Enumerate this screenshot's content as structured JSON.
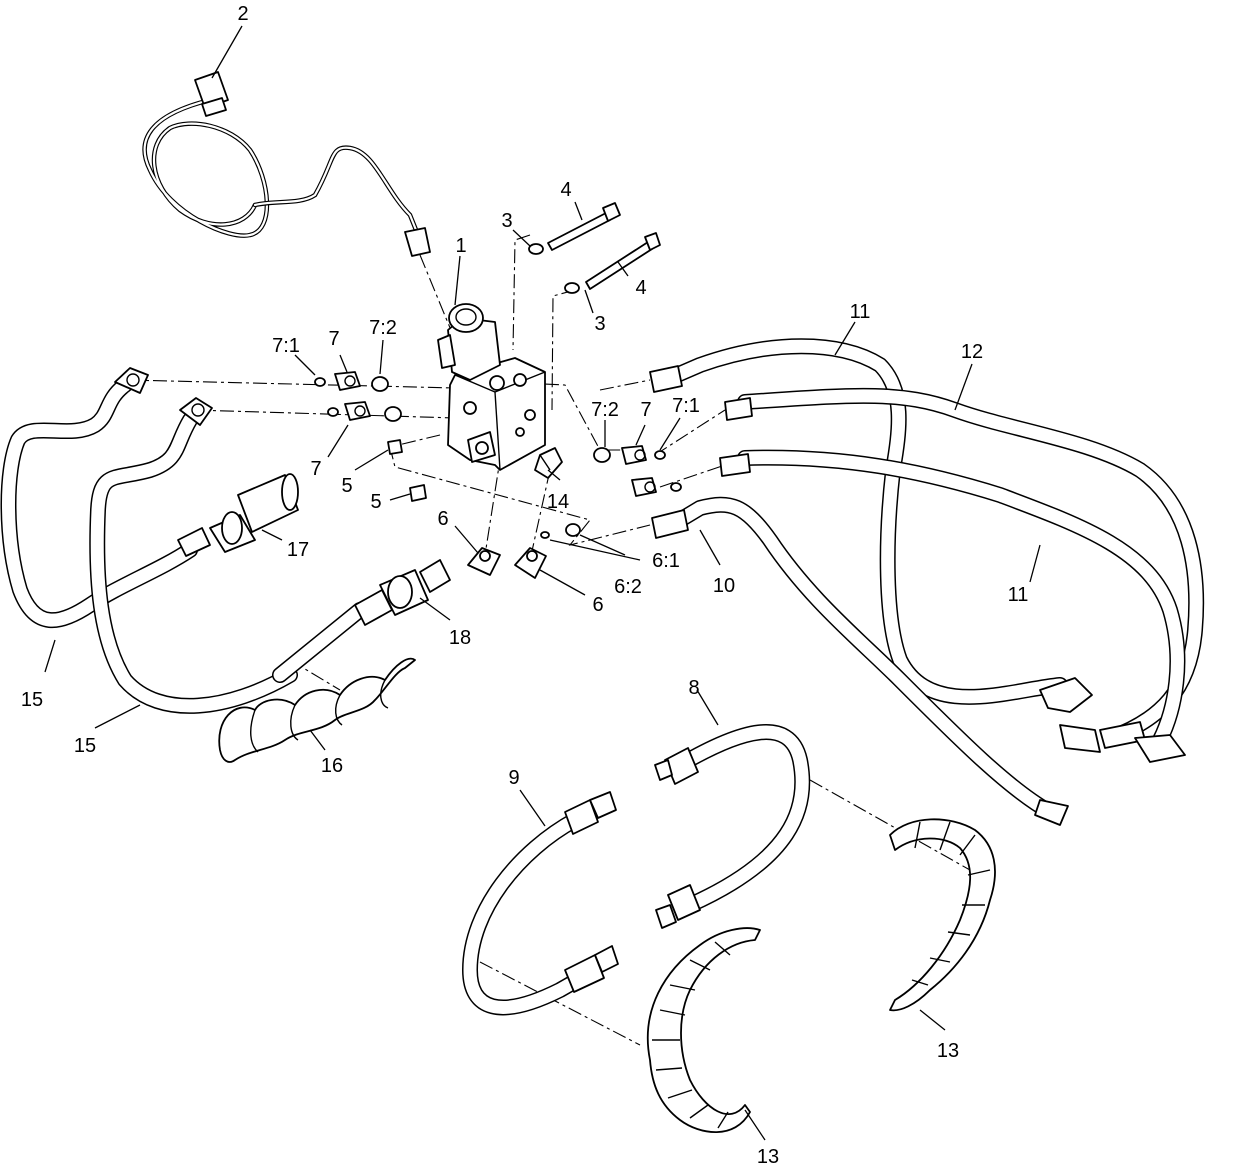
{
  "callouts": {
    "c1": "1",
    "c2": "2",
    "c3a": "3",
    "c3b": "3",
    "c4a": "4",
    "c4b": "4",
    "c5a": "5",
    "c5b": "5",
    "c6a": "6",
    "c6b": "6",
    "c6_1": "6:1",
    "c6_2": "6:2",
    "c7a": "7",
    "c7b": "7",
    "c7c": "7",
    "c7_1a": "7:1",
    "c7_1b": "7:1",
    "c7_2a": "7:2",
    "c7_2b": "7:2",
    "c8": "8",
    "c9": "9",
    "c10": "10",
    "c11a": "11",
    "c11b": "11",
    "c12": "12",
    "c13a": "13",
    "c13b": "13",
    "c14": "14",
    "c15a": "15",
    "c15b": "15",
    "c16": "16",
    "c17": "17",
    "c18": "18"
  }
}
